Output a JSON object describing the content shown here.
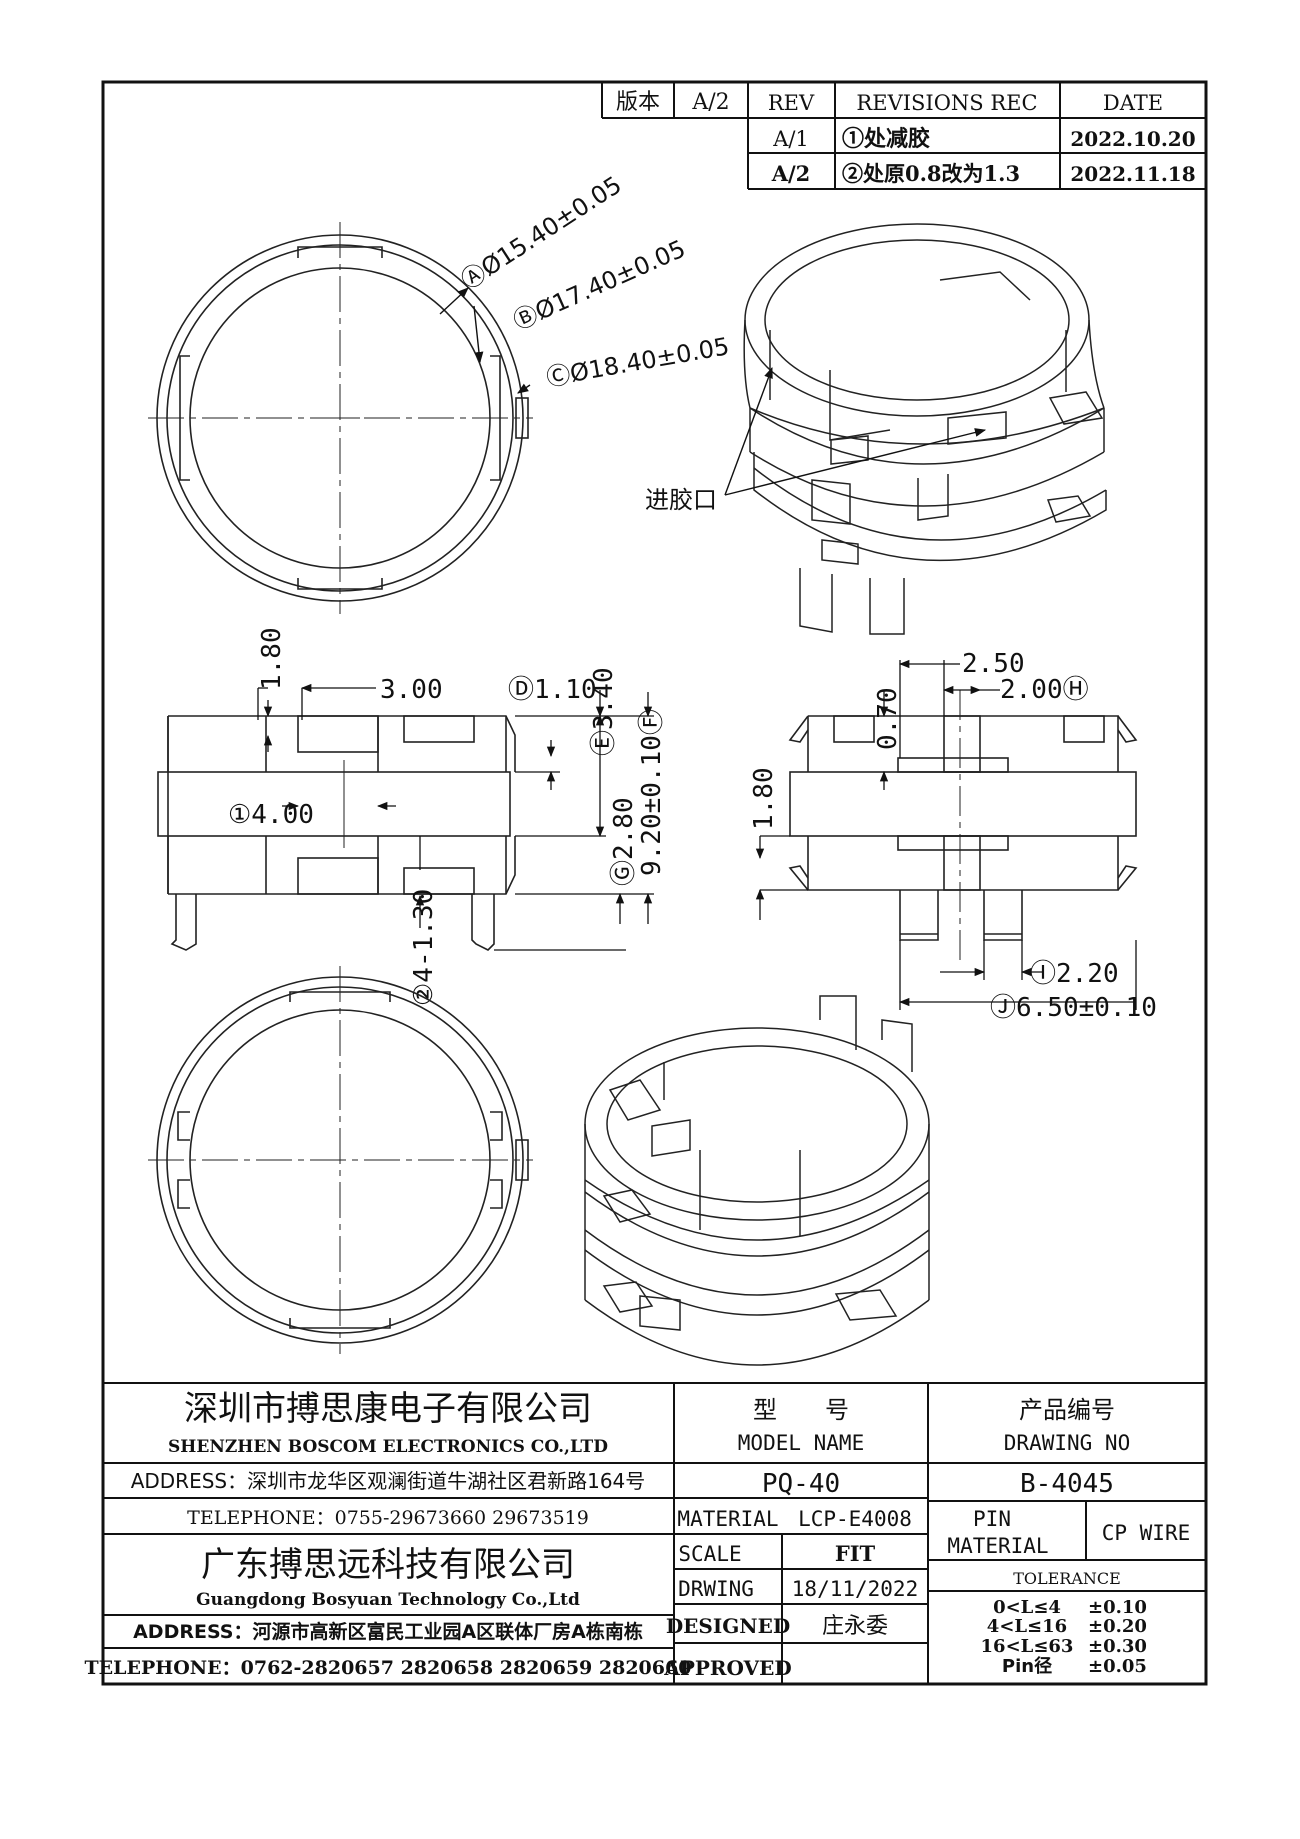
{
  "revision_table": {
    "version_label": "版本",
    "version_value": "A/2",
    "col_rev": "REV",
    "col_rec": "REVISIONS REC",
    "col_date": "DATE",
    "rows": [
      {
        "rev": "A/1",
        "rec": "①处减胶",
        "date": "2022.10.20"
      },
      {
        "rev": "A/2",
        "rec": "②处原0.8改为1.3",
        "date": "2022.11.18"
      }
    ]
  },
  "dimensions": {
    "dia_a": "ⒶØ15.40±0.05",
    "dia_b": "ⒷØ17.40±0.05",
    "dia_c": "ⒸØ18.40±0.05",
    "gate_label": "进胶口",
    "d_180_top": "1.80",
    "d_300": "3.00",
    "d_110": "Ⓓ1.10",
    "d_340": "Ⓔ3.40",
    "d_920": "9.20±0.10Ⓕ",
    "d_400": "①4.00",
    "d_280": "Ⓖ2.80",
    "d_130": "②4-1.30",
    "d_070": "0.70",
    "d_250": "2.50",
    "d_200": "2.00Ⓗ",
    "d_180_right": "1.80",
    "d_220": "Ⓘ2.20",
    "d_650": "Ⓙ6.50±0.10"
  },
  "title_block": {
    "company_cn": "深圳市搏思康电子有限公司",
    "company_en": "SHENZHEN BOSCOM ELECTRONICS CO.,LTD",
    "address_1": "ADDRESS：深圳市龙华区观澜街道牛湖社区君新路164号",
    "telephone_1": "TELEPHONE：0755-29673660 29673519",
    "company2_cn": "广东搏思远科技有限公司",
    "company2_en": "Guangdong Bosyuan Technology Co.,Ltd",
    "address_2": "ADDRESS：河源市高新区富民工业园A区联体厂房A栋南栋",
    "telephone_2": "TELEPHONE：0762-2820657 2820658 2820659 2820660",
    "model_cn": "型　　号",
    "model_en": "MODEL NAME",
    "model_value": "PQ-40",
    "drawing_cn": "产品编号",
    "drawing_en": "DRAWING NO",
    "drawing_value": "B-4045",
    "material_label": "MATERIAL",
    "material_value": "LCP-E4008",
    "scale_label": "SCALE",
    "scale_value": "FIT",
    "drwing_label": "DRWING",
    "drwing_value": "18/11/2022",
    "designed_label": "DESIGNED",
    "designed_value": "庄永委",
    "approved_label": "APPROVED",
    "approved_value": "",
    "pin_material_label_1": "PIN",
    "pin_material_label_2": "MATERIAL",
    "pin_material_value": "CP WIRE",
    "tolerance_label": "TOLERANCE",
    "tolerances": [
      {
        "range": "0<L≤4",
        "value": "±0.10"
      },
      {
        "range": "4<L≤16",
        "value": "±0.20"
      },
      {
        "range": "16<L≤63",
        "value": "±0.30"
      },
      {
        "range": "Pin径",
        "value": "±0.05"
      }
    ]
  }
}
